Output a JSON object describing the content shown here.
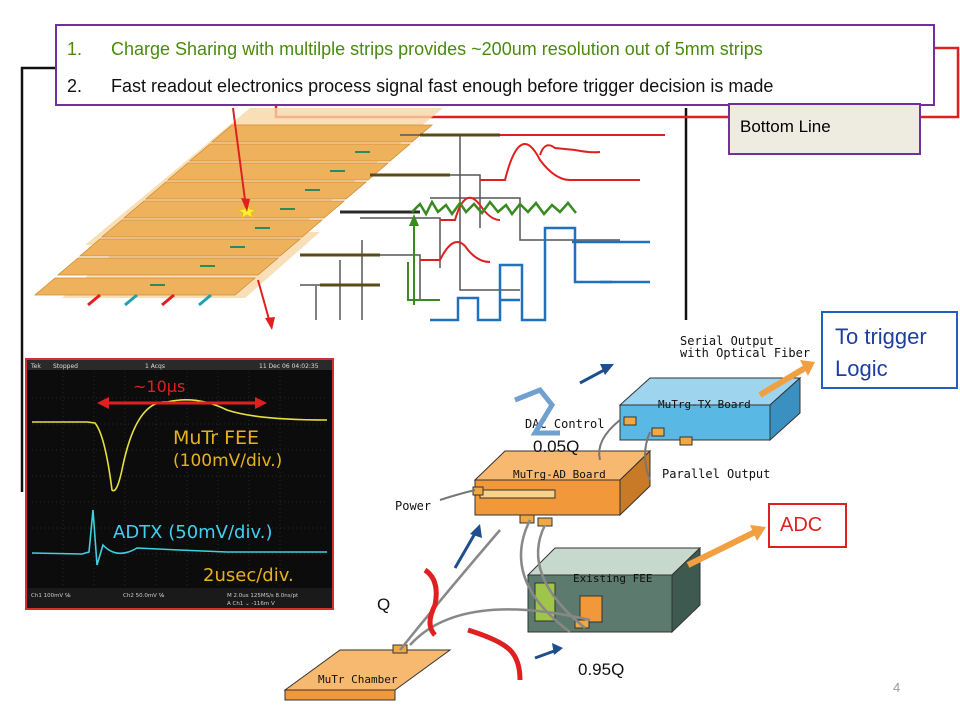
{
  "list": {
    "item1_num": "1.",
    "item1_text": "Charge Sharing with multilple strips provides ~200um resolution out of 5mm strips",
    "item2_num": "2.",
    "item2_text": "Fast readout electronics process signal fast enough before trigger decision is made",
    "item1_color": "#4a8a10",
    "item2_color": "#111111"
  },
  "bottom_line": "Bottom Line",
  "trigger_box": {
    "line1": "To trigger",
    "line2": "Logic"
  },
  "adc_label": "ADC",
  "labels": {
    "q_small": "0.05Q",
    "q": "Q",
    "q_large": "0.95Q"
  },
  "scope": {
    "header_left": "Tek",
    "header_state": "Stopped",
    "header_acqs": "1 Acqs",
    "header_date": "11 Dec 06 04:02:35",
    "span_label": "~10μs",
    "fee_name": "MuTr FEE",
    "fee_scale": "(100mV/div.)",
    "adtx_label": "ADTX (50mV/div.)",
    "time_scale": "2usec/div.",
    "footer_ch1": "Ch1     100mV  ℅",
    "footer_ch2": "Ch2     50.0mV  ℅",
    "footer_time": "M 2.0us 125MS/s     8.0ns/pt",
    "footer_trig": "A  Ch1  ⌄  -116m V"
  },
  "board_diagram": {
    "serial_output": "Serial Output",
    "optical_fiber": "with Optical Fiber",
    "tx_board": "MuTrg-TX Board",
    "dac_control": "DAC Control",
    "ad_board": "MuTrg-AD Board",
    "parallel_output": "Parallel Output",
    "power": "Power",
    "existing_fee": "Existing FEE",
    "chamber": "MuTr Chamber"
  },
  "page_number": "4",
  "colors": {
    "purple": "#7030a0",
    "blue": "#2060c0",
    "red": "#e02020",
    "orange": "#f0a040"
  }
}
